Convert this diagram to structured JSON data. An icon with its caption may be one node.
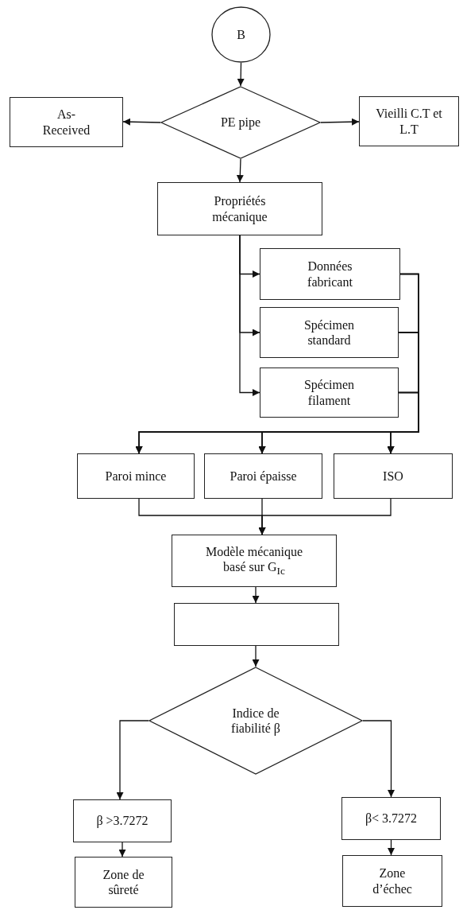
{
  "diagram": {
    "nodes": [
      {
        "text": [
          "B"
        ]
      },
      {
        "text": [
          "PE pipe"
        ]
      },
      {
        "text": [
          "As- Received"
        ]
      },
      {
        "text": [
          "Vieilli C.T et L.T"
        ]
      },
      {
        "text": [
          "Propriétés mécanique"
        ]
      },
      {
        "text": [
          "Données fabricant"
        ]
      },
      {
        "text": [
          "Spécimen standard"
        ]
      },
      {
        "text": [
          "Spécimen filament"
        ]
      },
      {
        "text": [
          "Paroi mince"
        ]
      },
      {
        "text": [
          "Paroi épaisse"
        ]
      },
      {
        "text": [
          "ISO"
        ]
      },
      {
        "text": [
          "Modèle mécanique basé sur G$_{Ic}$"
        ]
      },
      {
        "text": [],
        "shape": "box"
      },
      {
        "text": [
          "Indice de fiabilité β"
        ]
      },
      {
        "text": [
          "β >3.7272"
        ]
      },
      {
        "text": [
          "β< 3.7272"
        ]
      },
      {
        "text": [
          "Zone de sûreté"
        ]
      },
      {
        "text": [
          "Zone d’échec"
        ]
      }
    ],
    "edges": [
      {
        "from": 0,
        "to": 1,
        "arrow": "to"
      },
      {
        "from": 1,
        "to": 2,
        "arrow": "to"
      },
      {
        "from": 1,
        "to": 3,
        "arrow": "to"
      },
      {
        "from": 1,
        "to": 4,
        "arrow": "to"
      },
      {
        "from": 4,
        "to": 5,
        "arrow": "to"
      },
      {
        "from": 4,
        "to": 6,
        "arrow": "to"
      },
      {
        "from": 4,
        "to": 7,
        "arrow": "to"
      },
      {
        "from": 5,
        "to": 8,
        "arrow": "to"
      },
      {
        "from": 5,
        "to": 9,
        "arrow": "to"
      },
      {
        "from": 5,
        "to": 10,
        "arrow": "to"
      },
      {
        "from": 6,
        "to": 8,
        "arrow": "to"
      },
      {
        "from": 6,
        "to": 9,
        "arrow": "to"
      },
      {
        "from": 6,
        "to": 10,
        "arrow": "to"
      },
      {
        "from": 7,
        "to": 8,
        "arrow": "to"
      },
      {
        "from": 7,
        "to": 9,
        "arrow": "to"
      },
      {
        "from": 7,
        "to": 10,
        "arrow": "to"
      },
      {
        "from": 8,
        "to": 11,
        "arrow": "to"
      },
      {
        "from": 9,
        "to": 11,
        "arrow": "to"
      },
      {
        "from": 10,
        "to": 11,
        "arrow": "to"
      },
      {
        "from": 11,
        "to": 12,
        "arrow": "to"
      },
      {
        "from": 12,
        "to": 13,
        "arrow": "to"
      },
      {
        "from": 13,
        "to": 14,
        "arrow": "to"
      },
      {
        "from": 13,
        "to": 15,
        "arrow": "to"
      },
      {
        "from": 14,
        "to": 16,
        "arrow": "to"
      },
      {
        "from": 15,
        "to": 17,
        "arrow": "to"
      }
    ]
  }
}
